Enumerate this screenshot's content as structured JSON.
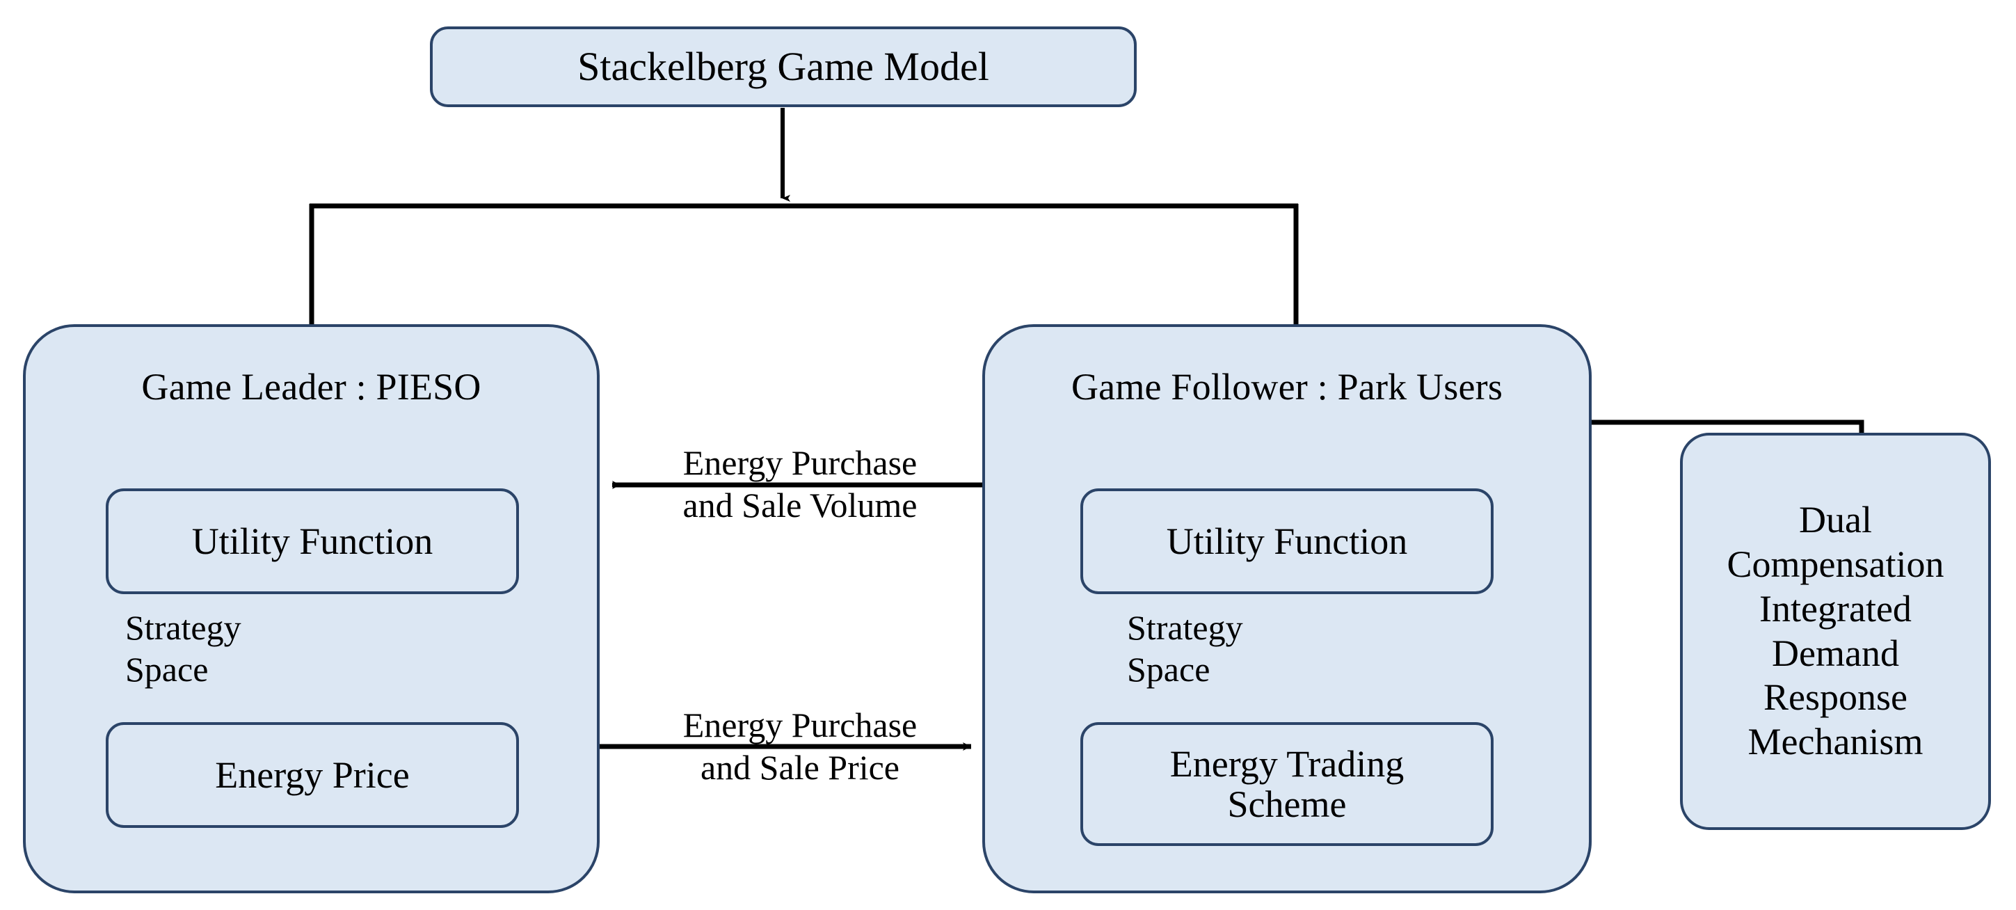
{
  "diagram": {
    "title": "Stackelberg Game Model",
    "colors": {
      "node_fill": "#dce7f3",
      "node_border": "#2b4468",
      "connector": "#000000",
      "background": "#ffffff",
      "text": "#000000"
    },
    "root": {
      "label": "Stackelberg Game Model"
    },
    "leader": {
      "title": "Game Leader : PIESO",
      "utility": "Utility Function",
      "strategy_space": "Strategy\nSpace",
      "output": "Energy Price"
    },
    "follower": {
      "title": "Game Follower : Park Users",
      "utility": "Utility Function",
      "strategy_space": "Strategy\nSpace",
      "output": "Energy Trading\nScheme"
    },
    "mechanism": {
      "label": "Dual\nCompensation\nIntegrated\nDemand\nResponse\nMechanism"
    },
    "edges": {
      "volume": "Energy Purchase\nand Sale Volume",
      "price": "Energy Purchase\nand Sale Price"
    }
  }
}
